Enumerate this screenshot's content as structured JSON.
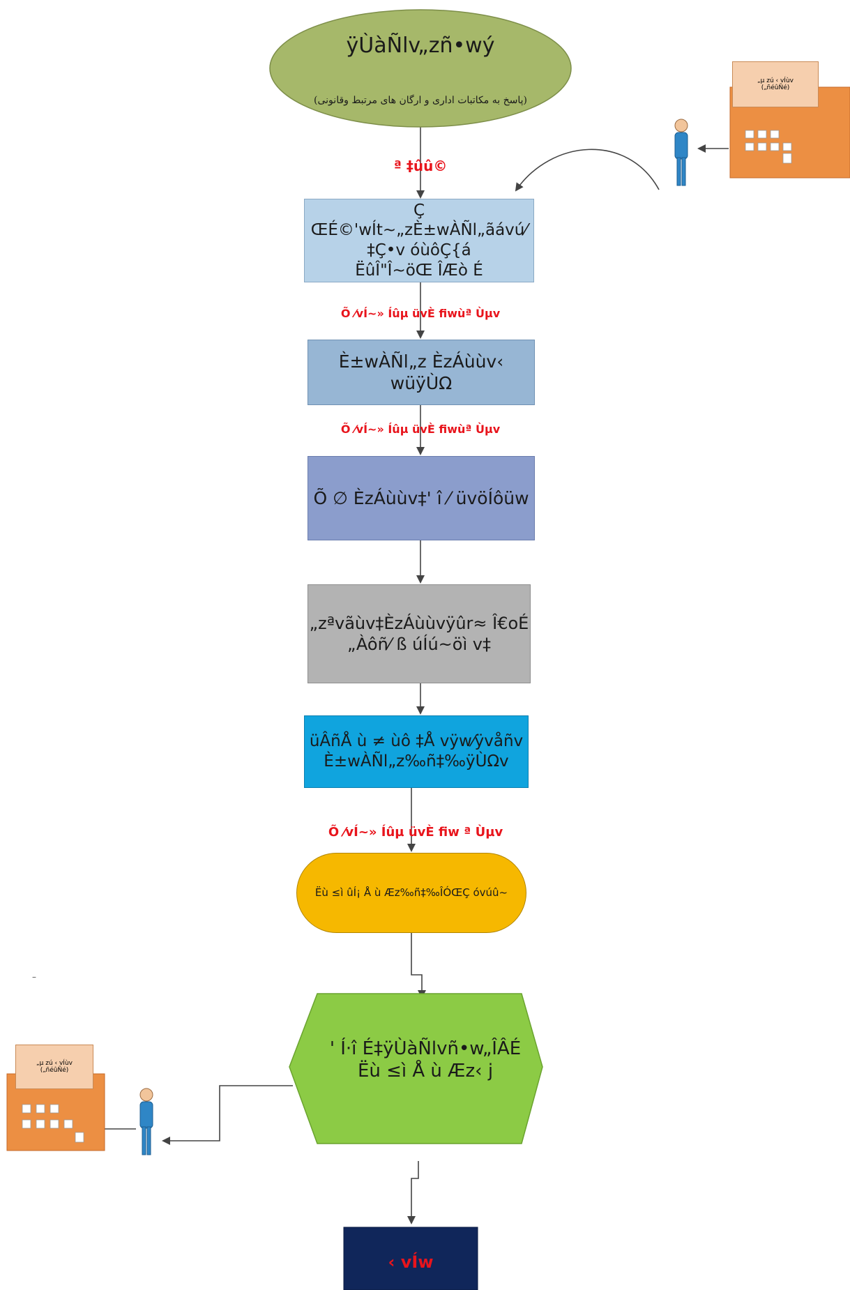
{
  "start": {
    "title": "ÿÙàÑlv„zñ•wý",
    "subtitle": "(پاسخ به مکاتبات اداری و ارگان های مرتبط وقانونی)"
  },
  "steps": [
    {
      "text": "Ç ŒÉ©'wÍt~„zÈ±wÀÑl„ãávú⁄\n‡Ç•v óùôÇ{á\nËûÎ\"Î~öŒ ÎÆò É"
    },
    {
      "text": "È±wÀÑl„z ÈzÁùùv‹ wüÿÙΩ"
    },
    {
      "text": "Õ ∅ ÈzÁùùv‡' î ⁄ üvöÍôüw"
    },
    {
      "text": "„zªvãùv‡ÈzÁùùvÿûr≈ Î€oÉ\n„Àôñ⁄ ß úÍú~öì v‡"
    },
    {
      "text": "üÂñÅ ù ≠ ùô ‡Å vÿw⁄ÿvåñv\nÈ±wÀÑl„z‰ñ‡‰ÿÙΩv"
    }
  ],
  "terminal": {
    "text": "Ëù ≤ì ûÍ¡ Å ù Æz‰ñ‡‰ÎÓŒÇ óvúû~"
  },
  "decision": {
    "text": "' Í·î É‡ÿÙàÑlvñ•w„ÎÂÉ\nËù ≤ì Å ù Æz‹ j"
  },
  "end": {
    "text": "‹ vÍw"
  },
  "connector_labels": {
    "after_start": "ª ‡ûû©",
    "after_step1": "Õ ⁄vÍ~» Íûµ üvÈ fiwùª Ùµv",
    "after_step2": "Õ ⁄vÍ~» Íûµ üvÈ fiwùª Ùµv",
    "after_step5": "Õ ⁄vÍ~» Íûµ üvÈ fiw ª Ùµv"
  },
  "building_top": {
    "note": "„µ zú ‹ vÍùv\n(„ñéûÑé)"
  },
  "building_bottom": {
    "note": "„µ zú ‹ vÍùv\n(„ñéûÑé)"
  },
  "stray_mark": "–",
  "colors": {
    "start_fill": "#a6b86a",
    "step1_fill": "#b7d2e8",
    "step2_fill": "#97b6d4",
    "step3_fill": "#8b9dcc",
    "step4_fill": "#b3b3b3",
    "step5_fill": "#10a4de",
    "terminal_fill": "#f6b800",
    "decision_fill": "#8ccb45",
    "end_fill": "#10265a",
    "label_red": "#e8141c",
    "building": "#ec8f43",
    "person": "#2f86c6"
  }
}
